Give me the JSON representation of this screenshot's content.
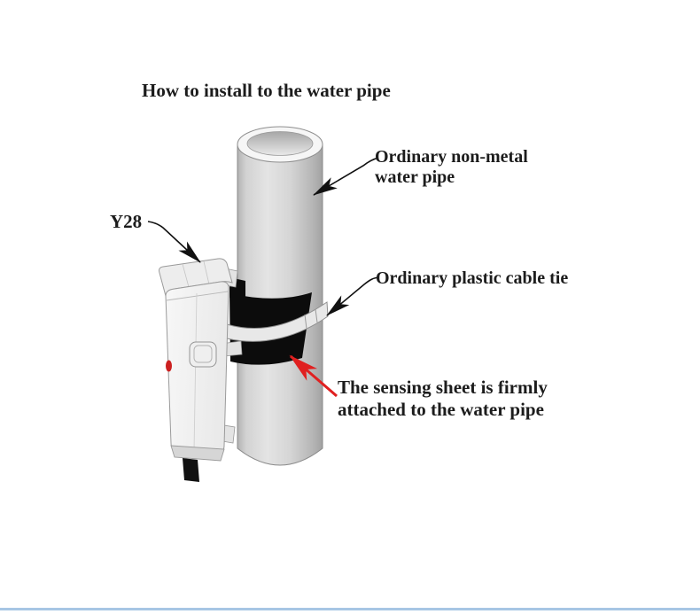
{
  "title": "How to install to the water pipe",
  "labels": {
    "device_model": "Y28",
    "water_pipe_line1": "Ordinary non-metal",
    "water_pipe_line2": "water pipe",
    "cable_tie": "Ordinary plastic cable tie",
    "sensing_line1": "The sensing sheet is firmly",
    "sensing_line2": "attached to the water pipe"
  },
  "colors": {
    "accent_red": "#e02020",
    "underline_pink": "#dd8f8f",
    "bottom_rule_blue": "#a7c6e4",
    "sheet_black": "#0c0c0c",
    "arrow_black": "#111111",
    "led_red": "#cc2020"
  }
}
